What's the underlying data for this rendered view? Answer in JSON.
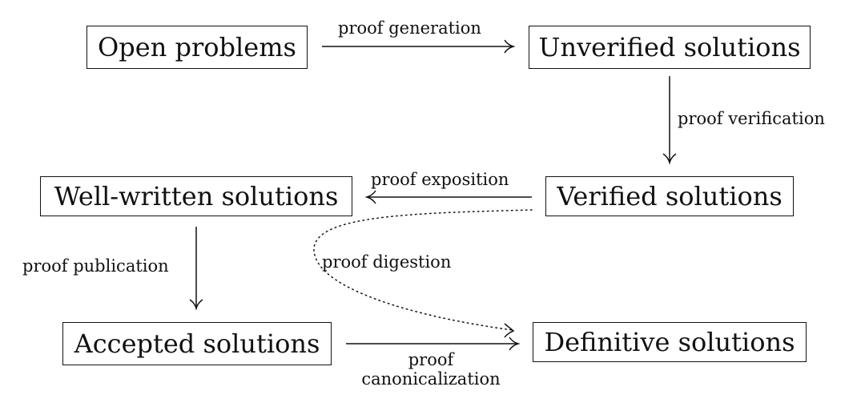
{
  "nodes": {
    "open_problems": "Open problems",
    "unverified_solutions": "Unverified solutions",
    "verified_solutions": "Verified solutions",
    "well_written_solutions": "Well-written solutions",
    "accepted_solutions": "Accepted solutions",
    "definitive_solutions": "Definitive solutions"
  },
  "edges": {
    "proof_generation": "proof generation",
    "proof_verification": "proof verification",
    "proof_exposition": "proof exposition",
    "proof_publication": "proof publication",
    "proof_digestion": "proof digestion",
    "proof_canonicalization_line1": "proof",
    "proof_canonicalization_line2": "canonicalization"
  }
}
